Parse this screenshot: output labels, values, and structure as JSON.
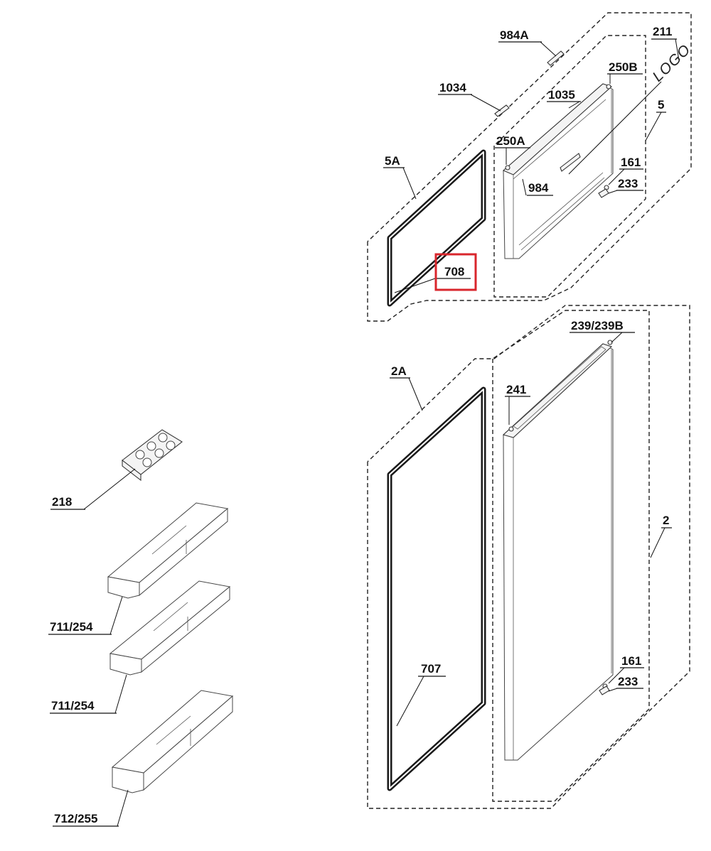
{
  "labels": {
    "l984A": "984A",
    "l211": "211",
    "logo": "LOGO",
    "l250B": "250B",
    "l1034": "1034",
    "l1035": "1035",
    "l5": "5",
    "l250A": "250A",
    "l5A": "5A",
    "l161_top": "161",
    "l984": "984",
    "l233_top": "233",
    "l708": "708",
    "l239": "239/239B",
    "l2A": "2A",
    "l241": "241",
    "l218": "218",
    "l2": "2",
    "l711_a": "711/254",
    "l711_b": "711/254",
    "l707": "707",
    "l161_bot": "161",
    "l233_bot": "233",
    "l712": "712/255"
  },
  "highlight_color": "#d9262c"
}
